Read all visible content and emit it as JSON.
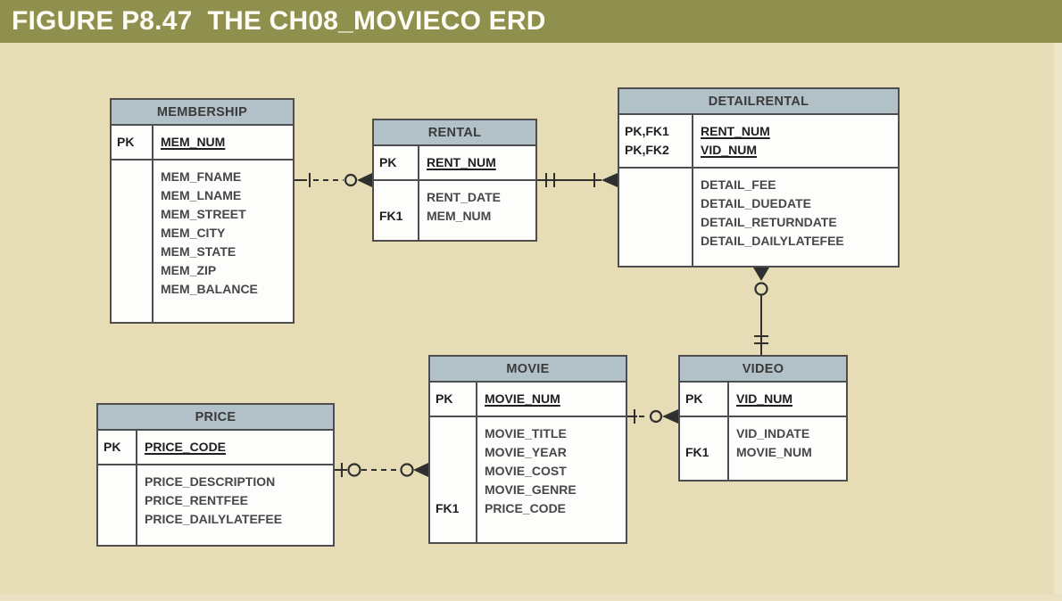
{
  "figure": {
    "title": "FIGURE P8.47  THE CH08_MOVIECO ERD"
  },
  "colors": {
    "title_bar": "#8F8F4E",
    "background": "#E6DDB6",
    "entity_header_fill": "#B2C1C7",
    "entity_border": "#4E4E4E",
    "connector_line": "#2F2F2F"
  },
  "entities": [
    {
      "name": "MEMBERSHIP",
      "pk": [
        {
          "key": "PK",
          "attr": "MEM_NUM"
        }
      ],
      "attrs": [
        {
          "key": "",
          "attr": "MEM_FNAME"
        },
        {
          "key": "",
          "attr": "MEM_LNAME"
        },
        {
          "key": "",
          "attr": "MEM_STREET"
        },
        {
          "key": "",
          "attr": "MEM_CITY"
        },
        {
          "key": "",
          "attr": "MEM_STATE"
        },
        {
          "key": "",
          "attr": "MEM_ZIP"
        },
        {
          "key": "",
          "attr": "MEM_BALANCE"
        }
      ]
    },
    {
      "name": "RENTAL",
      "pk": [
        {
          "key": "PK",
          "attr": "RENT_NUM"
        }
      ],
      "attrs": [
        {
          "key": "",
          "attr": "RENT_DATE"
        },
        {
          "key": "FK1",
          "attr": "MEM_NUM"
        }
      ]
    },
    {
      "name": "DETAILRENTAL",
      "pk": [
        {
          "key": "PK,FK1",
          "attr": "RENT_NUM"
        },
        {
          "key": "PK,FK2",
          "attr": "VID_NUM"
        }
      ],
      "attrs": [
        {
          "key": "",
          "attr": "DETAIL_FEE"
        },
        {
          "key": "",
          "attr": "DETAIL_DUEDATE"
        },
        {
          "key": "",
          "attr": "DETAIL_RETURNDATE"
        },
        {
          "key": "",
          "attr": "DETAIL_DAILYLATEFEE"
        }
      ]
    },
    {
      "name": "MOVIE",
      "pk": [
        {
          "key": "PK",
          "attr": "MOVIE_NUM"
        }
      ],
      "attrs": [
        {
          "key": "",
          "attr": "MOVIE_TITLE"
        },
        {
          "key": "",
          "attr": "MOVIE_YEAR"
        },
        {
          "key": "",
          "attr": "MOVIE_COST"
        },
        {
          "key": "",
          "attr": "MOVIE_GENRE"
        },
        {
          "key": "FK1",
          "attr": "PRICE_CODE"
        }
      ]
    },
    {
      "name": "VIDEO",
      "pk": [
        {
          "key": "PK",
          "attr": "VID_NUM"
        }
      ],
      "attrs": [
        {
          "key": "",
          "attr": "VID_INDATE"
        },
        {
          "key": "FK1",
          "attr": "MOVIE_NUM"
        }
      ]
    },
    {
      "name": "PRICE",
      "pk": [
        {
          "key": "PK",
          "attr": "PRICE_CODE"
        }
      ],
      "attrs": [
        {
          "key": "",
          "attr": "PRICE_DESCRIPTION"
        },
        {
          "key": "",
          "attr": "PRICE_RENTFEE"
        },
        {
          "key": "",
          "attr": "PRICE_DAILYLATEFEE"
        }
      ]
    }
  ],
  "relationships": [
    {
      "from": "MEMBERSHIP",
      "from_symbol": "one (single tick)",
      "to": "RENTAL",
      "to_symbol": "zero or many (circle + crow's foot)",
      "line": "dashed"
    },
    {
      "from": "RENTAL",
      "from_symbol": "one and only one (double tick)",
      "to": "DETAILRENTAL",
      "to_symbol": "one or many (tick + crow's foot)",
      "line": "solid"
    },
    {
      "from": "VIDEO",
      "from_symbol": "one and only one (double tick)",
      "to": "DETAILRENTAL",
      "to_symbol": "zero or many (circle + crow's foot)",
      "line": "solid"
    },
    {
      "from": "MOVIE",
      "from_symbol": "one (single tick)",
      "to": "VIDEO",
      "to_symbol": "zero or many (circle + crow's foot)",
      "line": "dashed"
    },
    {
      "from": "PRICE",
      "from_symbol": "zero or one (tick + circle)",
      "to": "MOVIE",
      "to_symbol": "zero or many (circle + crow's foot)",
      "line": "dashed"
    }
  ]
}
